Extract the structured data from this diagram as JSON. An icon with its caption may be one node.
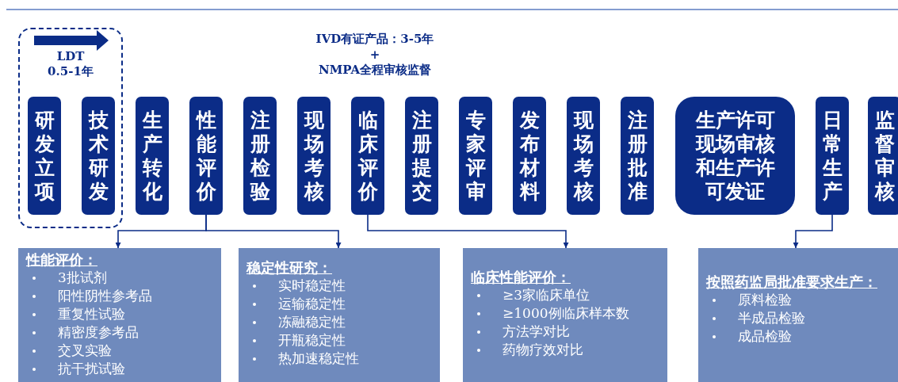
{
  "diagram": {
    "nodes": [
      {
        "text": [
          "LDT 0.5-1年"
        ]
      },
      {
        "text": [
          "研发立项"
        ],
        "in": 0
      },
      {
        "text": [
          "技术研发"
        ],
        "in": 0
      },
      {
        "text": [
          "生产转化"
        ]
      },
      {
        "text": [
          "性能评价"
        ]
      },
      {
        "text": [
          "注册检验"
        ]
      },
      {
        "text": [
          "现场考核"
        ]
      },
      {
        "text": [
          "临床评价"
        ]
      },
      {
        "text": [
          "注册提交"
        ]
      },
      {
        "text": [
          "专家评审"
        ]
      },
      {
        "text": [
          "发布材料"
        ]
      },
      {
        "text": [
          "现场考核"
        ]
      },
      {
        "text": [
          "注册批准"
        ]
      },
      {
        "text": [
          "生产许可现场审核和生产许可发证"
        ]
      },
      {
        "text": [
          "日常生产"
        ]
      },
      {
        "text": [
          "监督审核"
        ]
      },
      {
        "text": [
          "性能评价：",
          "3批试剂",
          "阳性阴性参考品",
          "重复性试验",
          "精密度参考品",
          "交叉实验",
          "抗干扰试验"
        ]
      },
      {
        "text": [
          "稳定性研究：",
          "实时稳定性",
          "运输稳定性",
          "冻融稳定性",
          "开瓶稳定性",
          "热加速稳定性"
        ]
      },
      {
        "text": [
          "临床性能评价：",
          "≥3家临床单位",
          "≥1000例临床样本数",
          "方法学对比",
          "药物疗效对比"
        ]
      },
      {
        "text": [
          "按照药监局批准要求生产：",
          "原料检验",
          "半成品检验",
          "成品检验"
        ]
      }
    ],
    "edges": [
      {
        "from": 4,
        "to": 16,
        "arrow": "to"
      },
      {
        "from": 4,
        "to": 17,
        "arrow": "to"
      },
      {
        "from": 7,
        "to": 18,
        "arrow": "to"
      },
      {
        "from": 14,
        "to": 19,
        "arrow": "to"
      }
    ],
    "labels": [
      "IVD有证产品：3-5年",
      "+",
      "NMPA全程审核监督"
    ]
  }
}
